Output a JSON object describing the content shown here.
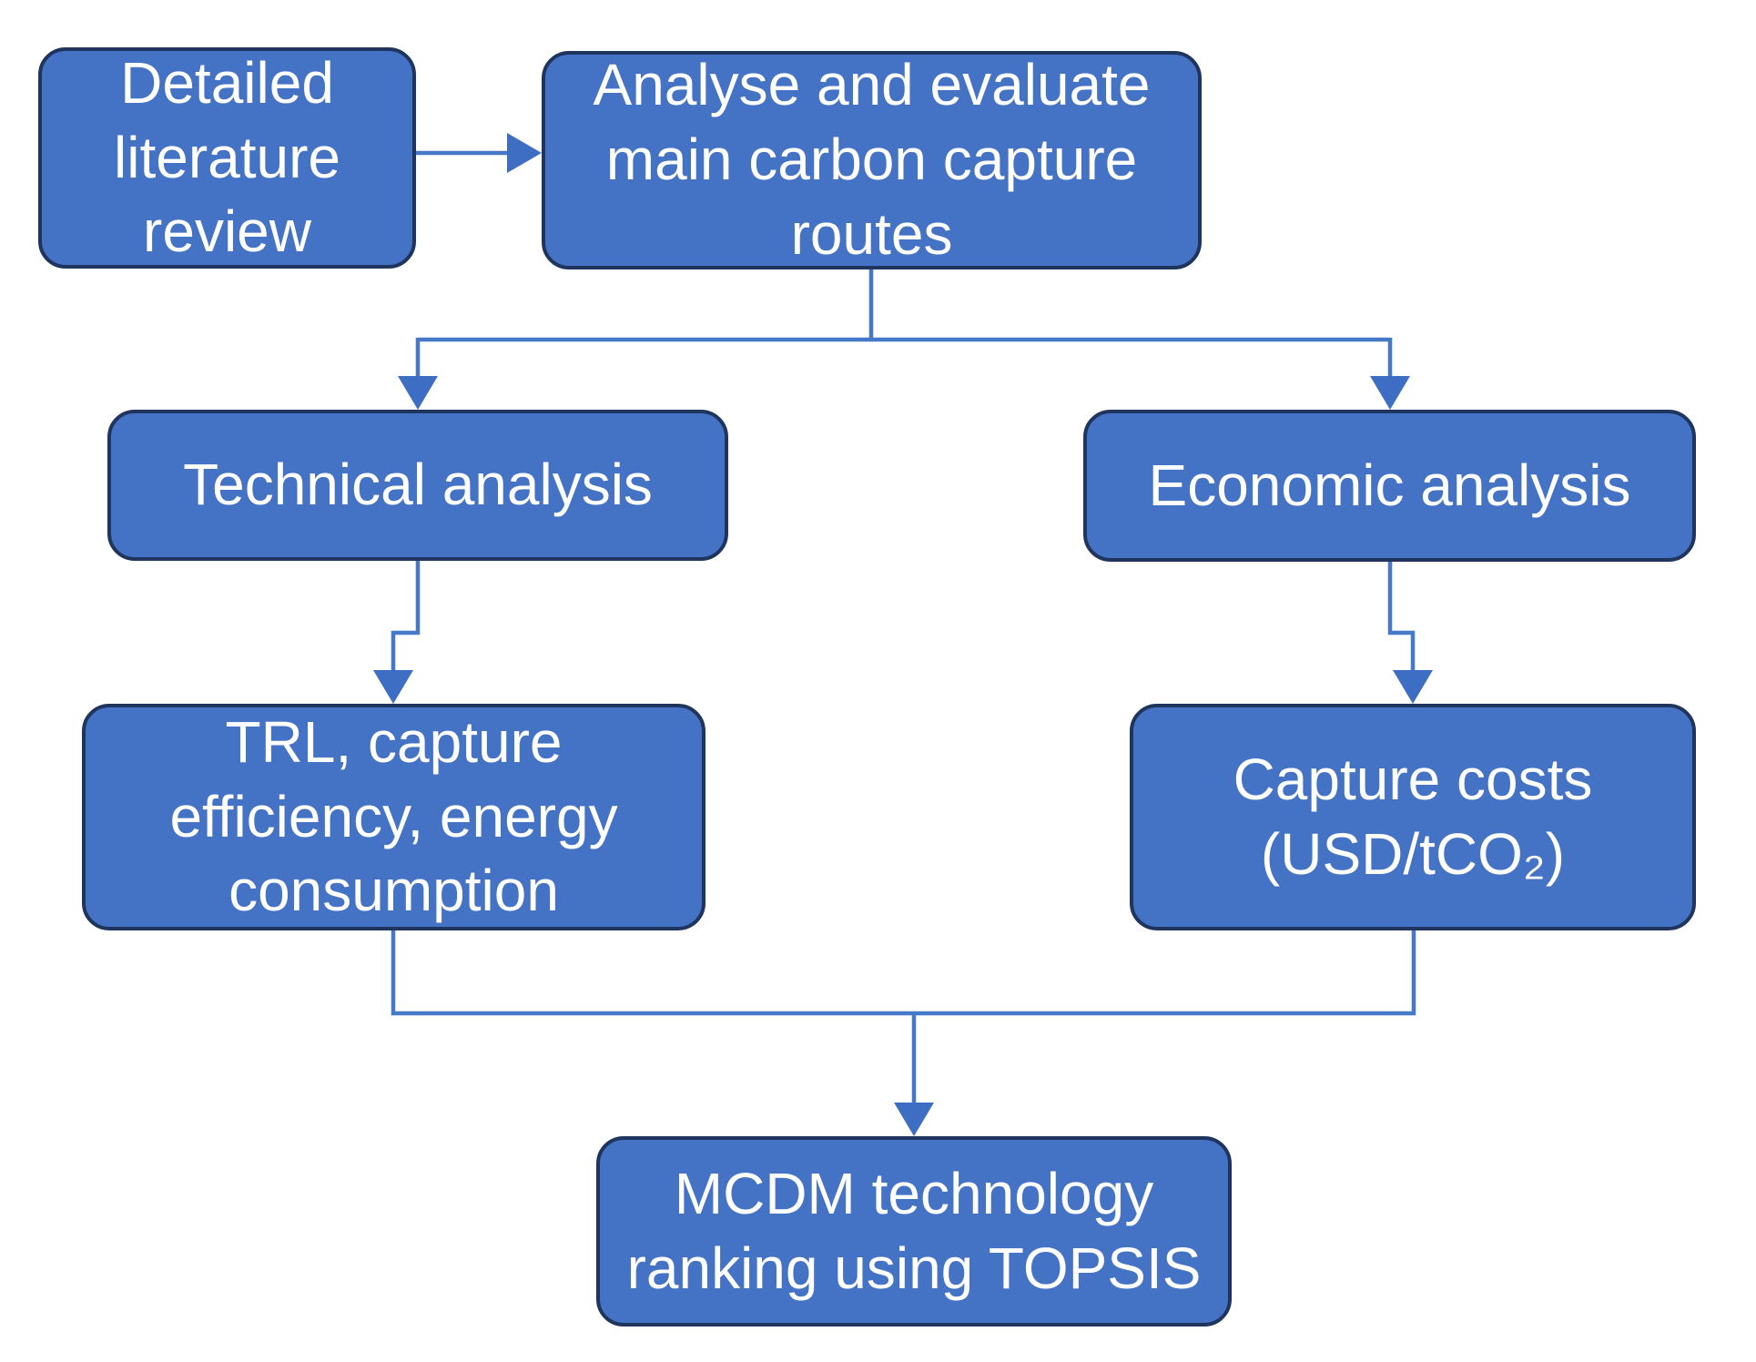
{
  "diagram": {
    "type": "flowchart",
    "boxes": [
      {
        "id": "detailed-literature-review",
        "label": "Detailed\nliterature\nreview"
      },
      {
        "id": "analyse-evaluate-routes",
        "label": "Analyse and evaluate\nmain carbon capture\nroutes"
      },
      {
        "id": "technical-analysis",
        "label": "Technical analysis"
      },
      {
        "id": "economic-analysis",
        "label": "Economic analysis"
      },
      {
        "id": "trl-capture-efficiency-energy",
        "label": "TRL, capture\nefficiency, energy\nconsumption"
      },
      {
        "id": "capture-costs",
        "label": "Capture costs\n(USD/tCO₂)"
      },
      {
        "id": "mcdm-topsis",
        "label": "MCDM technology\nranking using TOPSIS"
      }
    ],
    "edges": [
      {
        "from": "detailed-literature-review",
        "to": "analyse-evaluate-routes"
      },
      {
        "from": "analyse-evaluate-routes",
        "to": "technical-analysis"
      },
      {
        "from": "analyse-evaluate-routes",
        "to": "economic-analysis"
      },
      {
        "from": "technical-analysis",
        "to": "trl-capture-efficiency-energy"
      },
      {
        "from": "economic-analysis",
        "to": "capture-costs"
      },
      {
        "from": "trl-capture-efficiency-energy",
        "to": "mcdm-topsis"
      },
      {
        "from": "capture-costs",
        "to": "mcdm-topsis"
      }
    ],
    "colors": {
      "box_fill": "#4472c4",
      "box_border": "#20355e",
      "connector": "#4678c8",
      "arrowhead": "#3e6ec3",
      "text": "#ffffff",
      "background": "#ffffff"
    }
  }
}
